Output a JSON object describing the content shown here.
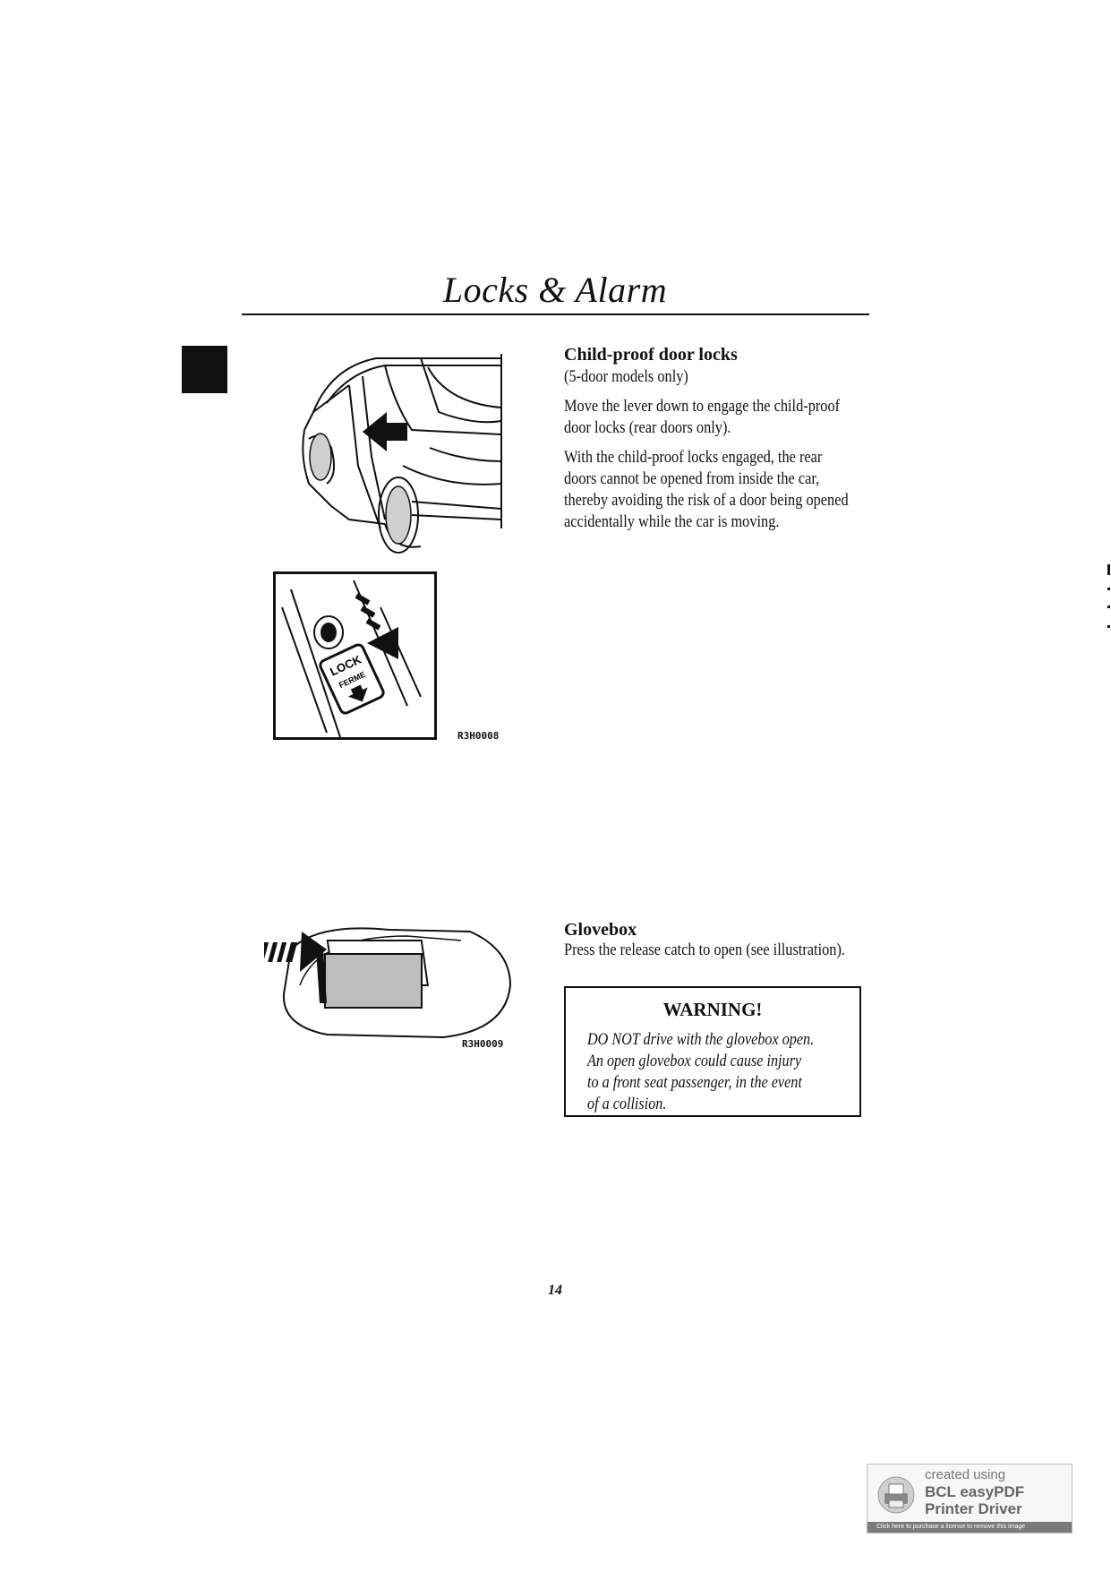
{
  "page": {
    "title": "Locks & Alarm",
    "page_number": "14"
  },
  "childproof": {
    "heading": "Child-proof door locks",
    "subheading": "(5-door models only)",
    "para1": "Move the lever down to engage the child-proof door locks (rear doors only).",
    "para2": "With the child-proof locks engaged, the rear doors cannot be opened from inside the car, thereby avoiding the risk of a door being opened accidentally while the car is moving.",
    "figure_code": "R3H0008",
    "lock_label": "LOCK",
    "ferme_label": "FERME"
  },
  "glovebox": {
    "heading": "Glovebox",
    "para": "Press the release catch to open (see illustration).",
    "figure_code": "R3H0009"
  },
  "warning": {
    "title": "WARNING!",
    "line1": "DO NOT drive with the glovebox open.",
    "line2": "An open glovebox could cause injury",
    "line3": "to a front seat passenger, in the event",
    "line4": "of a collision."
  },
  "badge": {
    "line1": "created using",
    "line2": "BCL easyPDF",
    "line3": "Printer Driver",
    "footer": "Click here to purchase a license to remove this image"
  }
}
